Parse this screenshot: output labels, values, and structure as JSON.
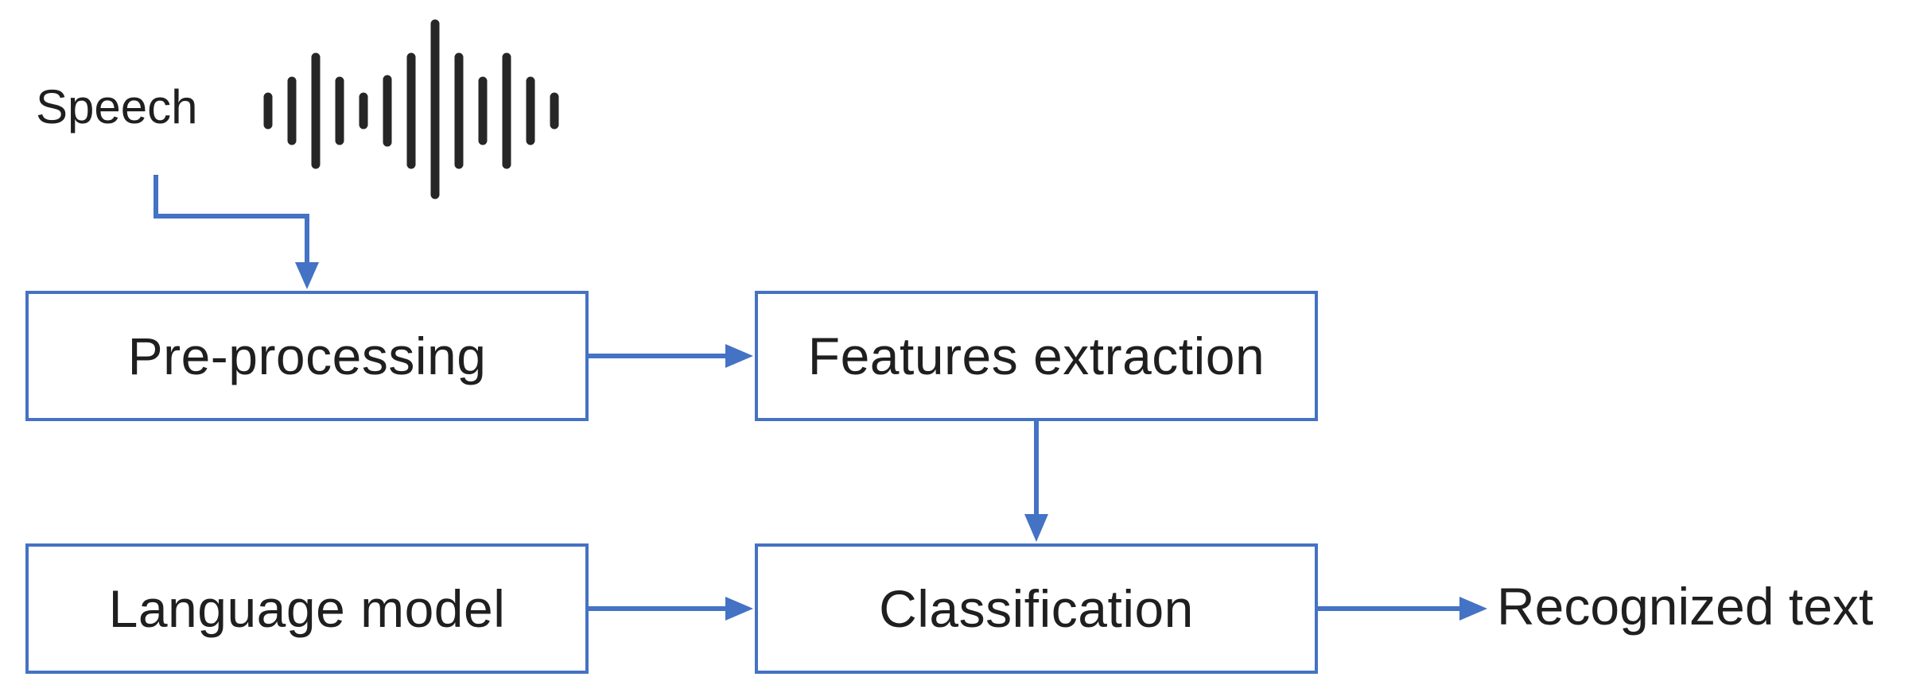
{
  "diagram": {
    "speech_label": "Speech",
    "output_label": "Recognized text",
    "nodes": {
      "preprocessing": "Pre-processing",
      "features_extraction": "Features extraction",
      "language_model": "Language model",
      "classification": "Classification"
    },
    "colors": {
      "accent": "#4472c4",
      "waveform": "#262626",
      "text": "#1f1f1f"
    },
    "icons": [
      "waveform-icon"
    ],
    "edges": [
      {
        "from": "speech",
        "to": "preprocessing"
      },
      {
        "from": "preprocessing",
        "to": "features_extraction"
      },
      {
        "from": "features_extraction",
        "to": "classification"
      },
      {
        "from": "language_model",
        "to": "classification"
      },
      {
        "from": "classification",
        "to": "recognized_text"
      }
    ]
  }
}
